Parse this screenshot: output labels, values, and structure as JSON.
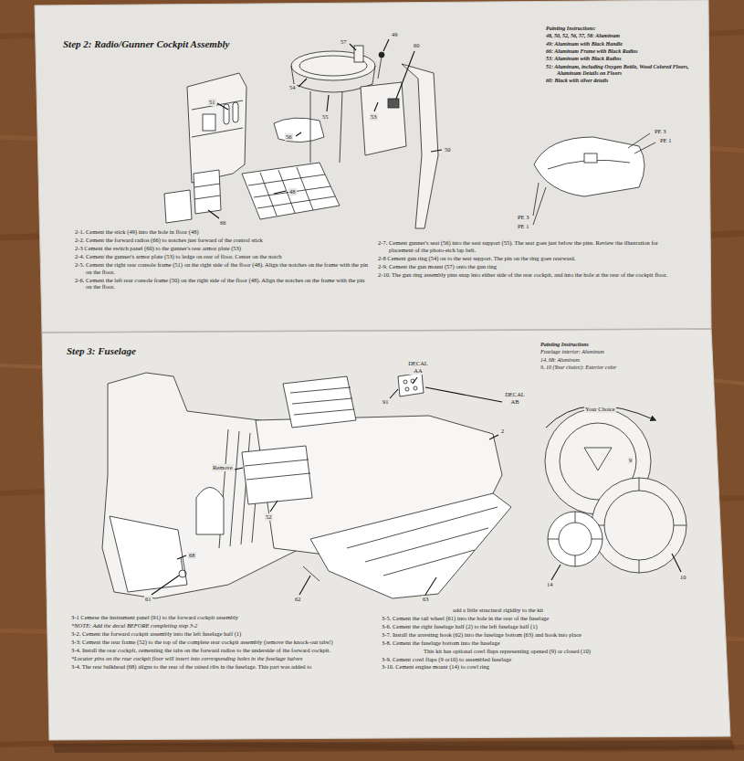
{
  "diagram": {
    "title": "Step 2: Radio/Gunner Cockpit Assembly",
    "labels": [
      "Painting Instructions:",
      "48, 50, 52, 56, 57, 58: Aluminum",
      "49: Aluminum with Black Handle",
      "66: Aluminum Frame with Black Radios",
      "53: Aluminum with Black Radios",
      "51: Aluminum, including Oxygen Bottle, Wood Colored Floors, Aluminum Details on Floors",
      "60: Black with silver details",
      "57",
      "49",
      "60",
      "54",
      "51",
      "55",
      "53",
      "50",
      "56",
      "48",
      "66",
      "PE 3",
      "PE 1",
      "PE 3",
      "PE 1",
      "2-1. Cement the stick (49) into the hole in floor (48)",
      "2-2. Cement the forward radios (66) to notches just forward of the control stick",
      "2-3 Cement the switch panel (60) to the gunner's rear armor plate (53)",
      "2-4. Cement the gunner's armor plate (53) to ledge on rear of floor. Center on the notch",
      "2-5. Cement the right rear console frame (51) on the right side of the floor (48). Align the notches on the frame with the pin on the floor.",
      "2-6. Cement the left rear console frame (50) on the right side of the floor (48). Align the notches on the frame with the pin on the floor.",
      "2-7. Cement gunner's seat (56) into the seat support (55). The seat goes just below the pins. Review the illustration for placement of the photo-etch lap belt.",
      "2-8 Cement gun ring (54) on to the seat support. The pin on the ring goes rearward.",
      "2-9. Cement the gun mount (57) onto the gun ring",
      "2-10. The gun ring assembly pins snap into either side of the rear cockpit, and into the hole at the rear of the cockpit floor.",
      "Step 3: Fuselage",
      "Painting Instructions",
      "Fuselage interior: Aluminum",
      "14, 68: Aluminum",
      "9, 10 (Your choice): Exterior color",
      "DECAL AA",
      "DECAL AB",
      "91",
      "2",
      "Remove",
      "52",
      "68",
      "61",
      "62",
      "63",
      "Your Choice",
      "9",
      "14",
      "10",
      "3-1 Cemese the instrument panel (91) to the forward cockpit assembly",
      "*NOTE: Add the decal BEFORE completing step 3-2",
      "3-2. Cement the forward cockpit assembly into the left fuselage half (1)",
      "3-3: Cement the rear frame (52) to the top of the complete rear cockpit assembly (remove the knock-out tabs!)",
      "3-4. Install the rear cockpit, cementing the tabs on the forward radios to the underside of the forward cockpit.",
      "*Locator pins on the rear cockpit floor will insert into corresponding holes in the fuselage halves",
      "3-4. The rear bulkhead (68) aligns to the rear of the raised ribs in the fuselage. This part was added to",
      "add a little structural rigidity to the kit",
      "3-5. Cement the tail wheel (61) into the hole in the rear of the fuselage",
      "3-6. Cement the right fuselage half (2) to the left fuselage half (1)",
      "3-7. Install the arresting hook (62) into the fuselage bottom (63) and hook into place",
      "3-8. Cement the fuselage bottom into the fuselage",
      "This kit has optional cowl flaps representing opened (9) or closed (10)",
      "3-9. Cement cowl flaps (9 or10) to assembled fuselage",
      "3-10. Cement engine mount (14) to cowl ring"
    ]
  }
}
